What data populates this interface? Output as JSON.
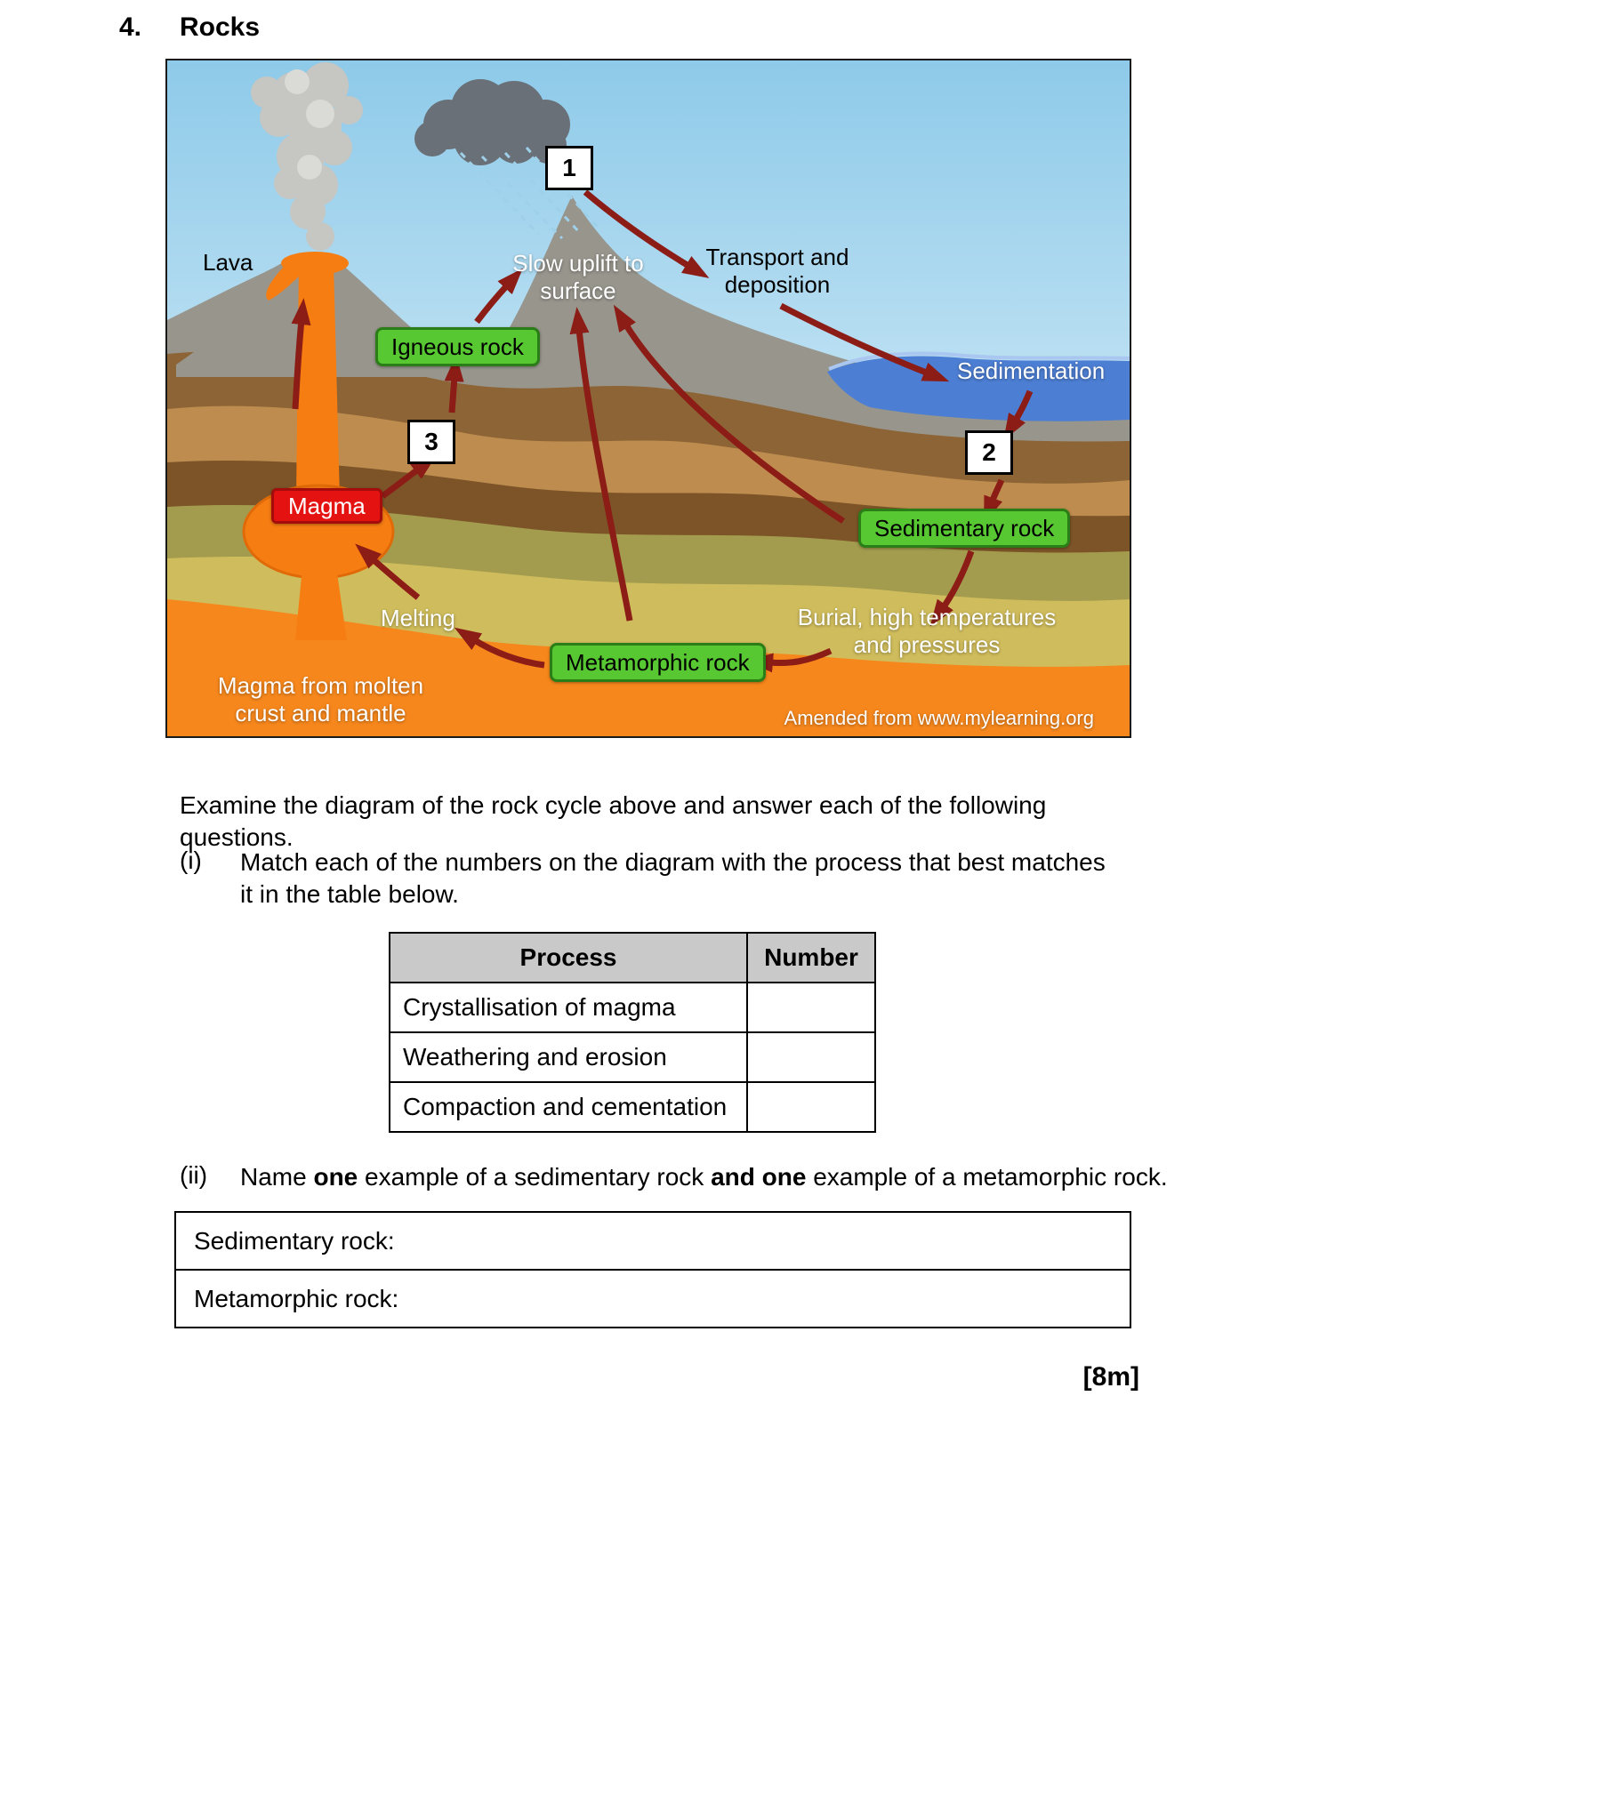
{
  "header": {
    "number": "4.",
    "title": "Rocks"
  },
  "diagram": {
    "credit": "Amended from www.mylearning.org",
    "markers": {
      "one": "1",
      "two": "2",
      "three": "3"
    },
    "labels": {
      "lava": "Lava",
      "slow_uplift_1": "Slow uplift to",
      "slow_uplift_2": "surface",
      "transport_1": "Transport and",
      "transport_2": "deposition",
      "igneous": "Igneous rock",
      "sedimentation": "Sedimentation",
      "magma": "Magma",
      "sedimentary": "Sedimentary rock",
      "melting": "Melting",
      "burial_1": "Burial, high temperatures",
      "burial_2": "and pressures",
      "metamorphic": "Metamorphic rock",
      "magma_molten_1": "Magma from molten",
      "magma_molten_2": "crust and mantle"
    }
  },
  "body": {
    "intro": "Examine the diagram of the rock cycle above and answer each of the following questions.",
    "part_i_label": "(i)",
    "part_i_text": "Match each of the numbers on the diagram with the process that best matches it in the table below.",
    "part_ii_label": "(ii)",
    "part_ii_seg1": "Name ",
    "part_ii_seg2": "one",
    "part_ii_seg3": " example of a sedimentary rock ",
    "part_ii_seg4": "and one",
    "part_ii_seg5": " example of a metamorphic rock.",
    "marks": "[8m]"
  },
  "table": {
    "headers": [
      "Process",
      "Number"
    ],
    "rows": [
      "Crystallisation of magma",
      "Weathering and erosion",
      "Compaction and cementation"
    ]
  },
  "answers": {
    "sedimentary": "Sedimentary rock:",
    "metamorphic": "Metamorphic rock:"
  }
}
